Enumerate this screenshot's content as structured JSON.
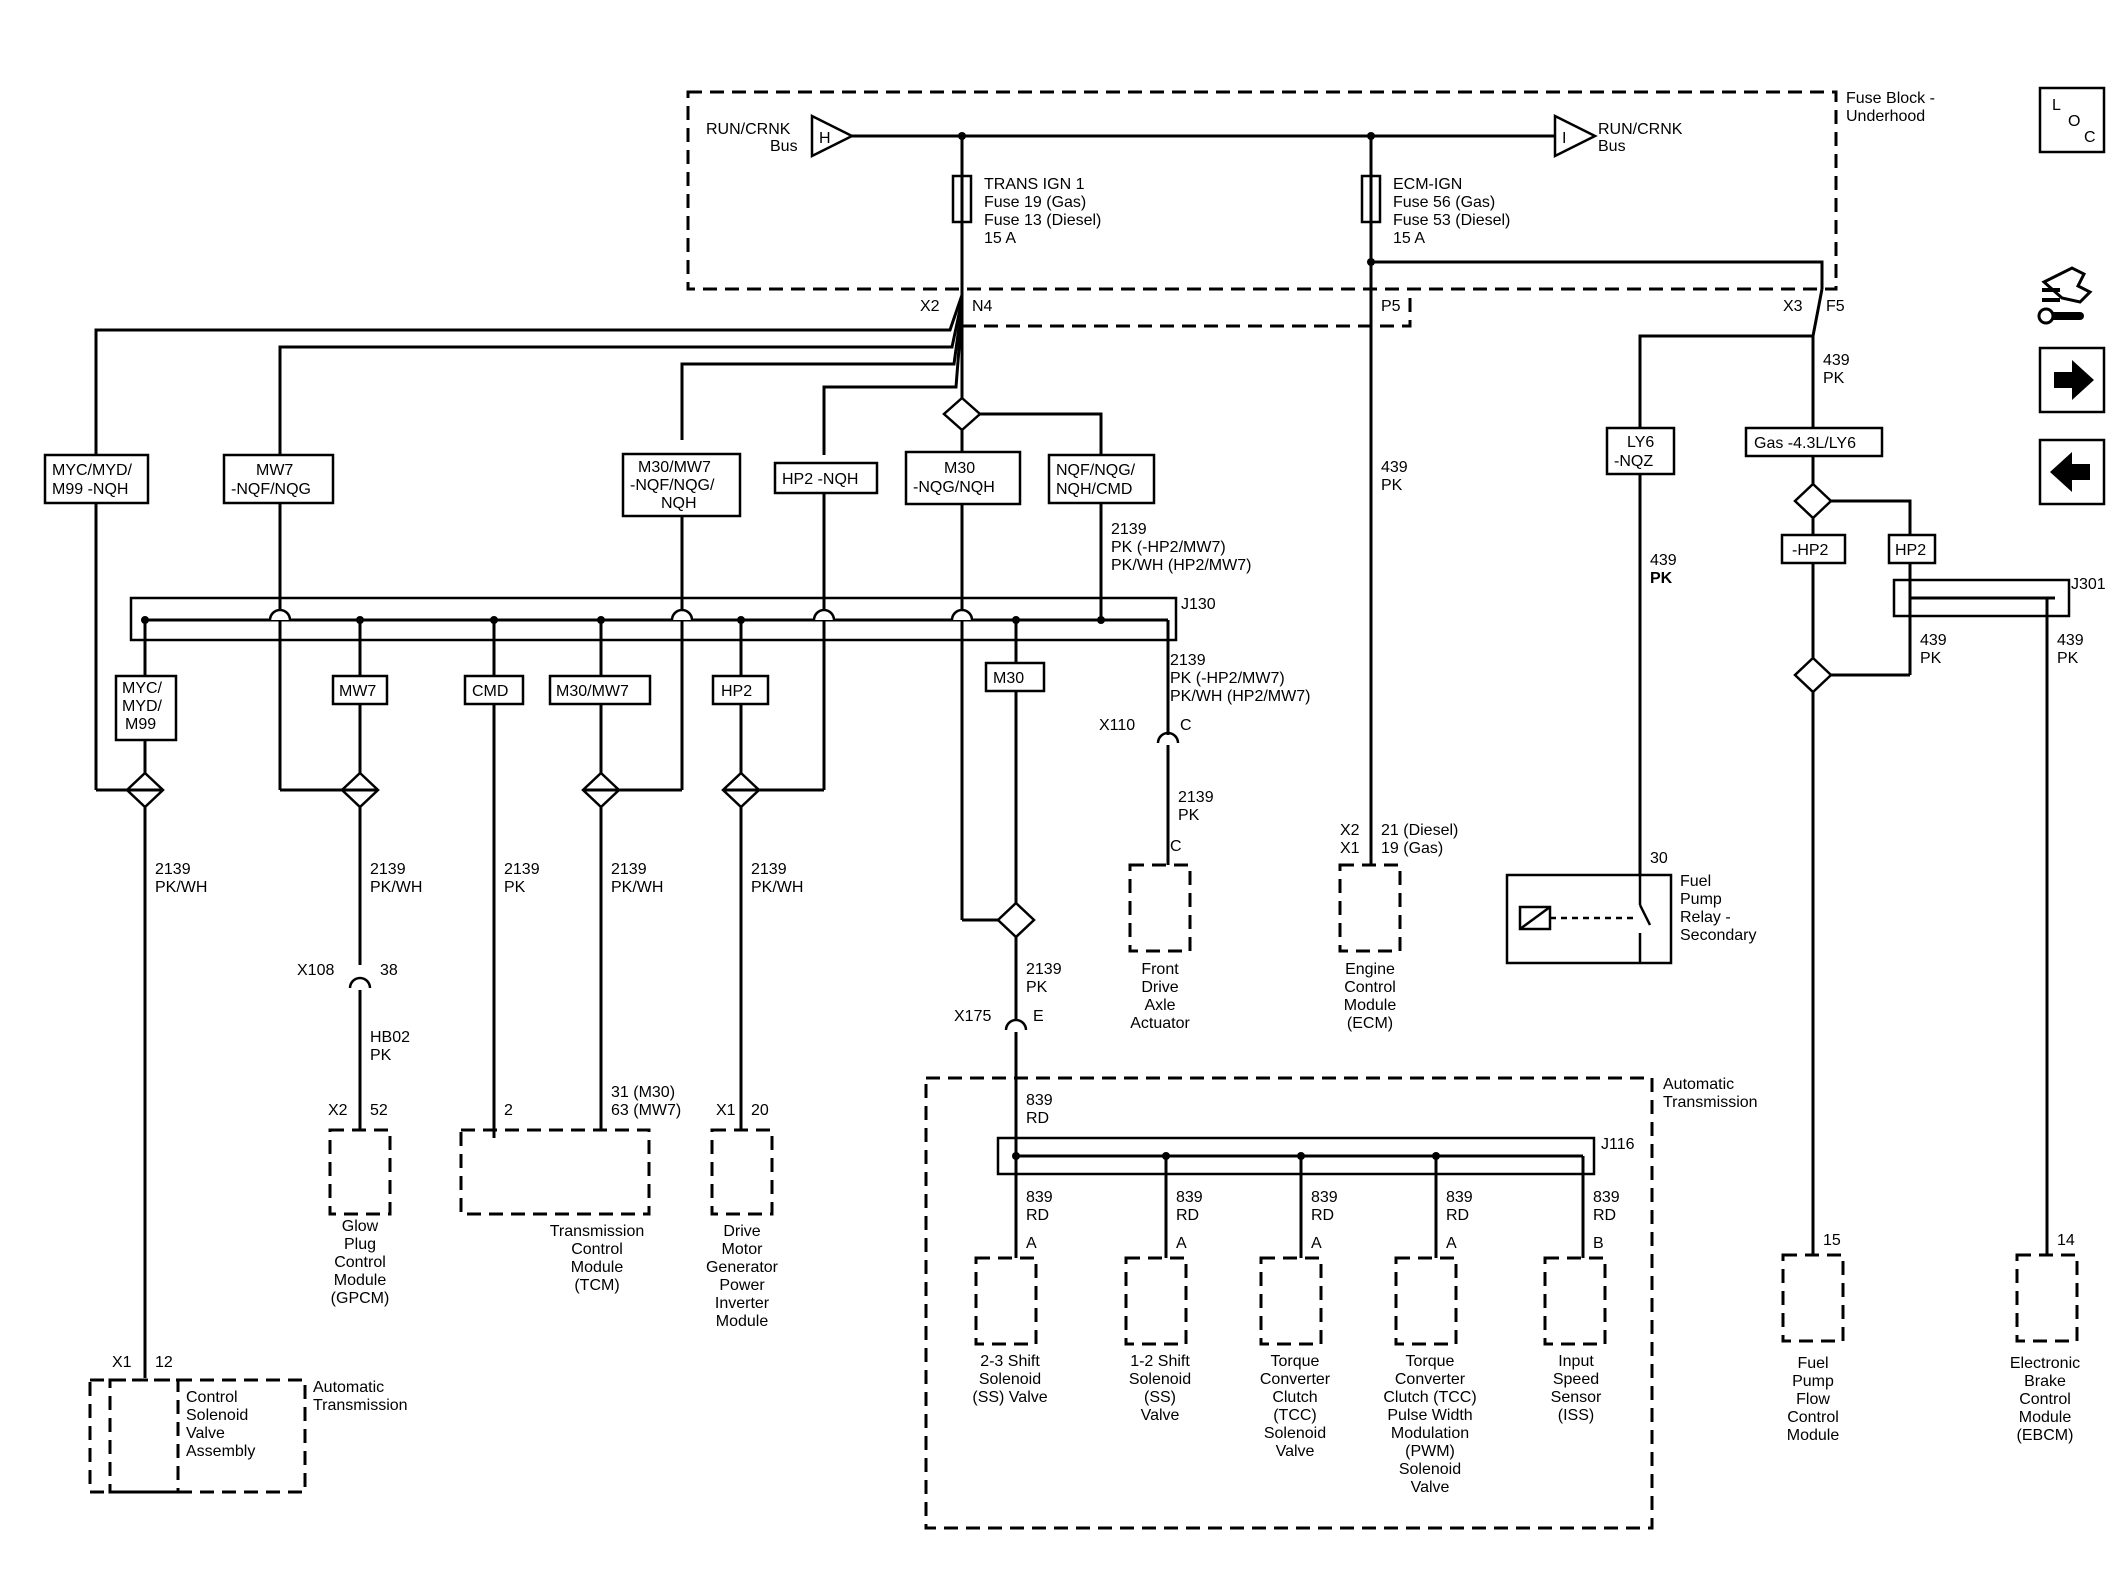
{
  "fuse_block": {
    "title_line1": "Fuse Block -",
    "title_line2": "Underhood",
    "bus_left_line1": "RUN/CRNK",
    "bus_left_line2": "Bus",
    "bus_left_symbol": "H",
    "bus_right_line1": "RUN/CRNK",
    "bus_right_line2": "Bus",
    "bus_right_symbol": "I",
    "fuse1": [
      "TRANS IGN 1",
      "Fuse 19 (Gas)",
      "Fuse 13 (Diesel)",
      "15 A"
    ],
    "fuse2": [
      "ECM-IGN",
      "Fuse 56 (Gas)",
      "Fuse 53 (Diesel)",
      "15 A"
    ],
    "conn_x2": "X2",
    "conn_n4": "N4",
    "conn_p5": "P5",
    "conn_x3": "X3",
    "conn_f5": "F5"
  },
  "options": {
    "o1": [
      "MYC/MYD/",
      "M99 -NQH"
    ],
    "o2": [
      "MW7",
      "-NQF/NQG"
    ],
    "o3": [
      "M30/MW7",
      "-NQF/NQG/",
      "NQH"
    ],
    "o4": [
      "HP2 -NQH"
    ],
    "o5": [
      "M30",
      "-NQG/NQH"
    ],
    "o6": [
      "NQF/NQG/",
      "NQH/CMD"
    ],
    "o7": [
      "MYC/",
      "MYD/",
      "M99"
    ],
    "o8": [
      "MW7"
    ],
    "o9": [
      "CMD"
    ],
    "o10": [
      "M30/MW7"
    ],
    "o11": [
      "HP2"
    ],
    "o12": [
      "M30"
    ],
    "o13": [
      "LY6",
      "-NQZ"
    ],
    "o14": [
      "Gas -4.3L/LY6"
    ],
    "o15": [
      "-HP2"
    ],
    "o16": [
      "HP2"
    ]
  },
  "splices": {
    "j130": "J130",
    "j301": "J301",
    "j116": "J116"
  },
  "wire_labels": {
    "w_nqf": [
      "2139",
      "PK (-HP2/MW7)",
      "PK/WH (HP2/MW7)"
    ],
    "w_j130": [
      "2139",
      "PK (-HP2/MW7)",
      "PK/WH (HP2/MW7)"
    ],
    "w_x110_pin": "C",
    "w_x110": "X110",
    "w_x110_below": [
      "2139",
      "PK"
    ],
    "w_fdaa_pin": "C",
    "w_439_ecm": [
      "439",
      "PK"
    ],
    "w_439_f5": [
      "439",
      "PK"
    ],
    "w_439_ly6": [
      "439",
      "PK"
    ],
    "w_439_hp2a": [
      "439",
      "PK"
    ],
    "w_439_hp2b": [
      "439",
      "PK"
    ],
    "w_c1": [
      "2139",
      "PK/WH"
    ],
    "w_c2": [
      "2139",
      "PK/WH"
    ],
    "w_c3": [
      "2139",
      "PK"
    ],
    "w_c4": [
      "2139",
      "PK/WH"
    ],
    "w_c5": [
      "2139",
      "PK/WH"
    ],
    "w_c6": [
      "2139",
      "PK"
    ],
    "x108": "X108",
    "x108_pin": "38",
    "hb02": [
      "HB02",
      "PK"
    ],
    "x175": "X175",
    "x175_pin": "E",
    "w_839": [
      "839",
      "RD"
    ],
    "w_839_1": [
      "839",
      "RD"
    ],
    "w_839_2": [
      "839",
      "RD"
    ],
    "w_839_3": [
      "839",
      "RD"
    ],
    "w_839_4": [
      "839",
      "RD"
    ],
    "w_839_5": [
      "839",
      "RD"
    ],
    "pin_a1": "A",
    "pin_a2": "A",
    "pin_a3": "A",
    "pin_a4": "A",
    "pin_b": "B",
    "ecm_pins": [
      "X2",
      "X1"
    ],
    "ecm_pin_desc": [
      "21 (Diesel)",
      "19 (Gas)"
    ],
    "gpcm_conn": "X2",
    "gpcm_pin": "52",
    "tcm_pin2": "2",
    "tcm_pin31": [
      "31 (M30)",
      "63 (MW7)"
    ],
    "dmg_conn": "X1",
    "dmg_pin": "20",
    "csv_conn": "X1",
    "csv_pin": "12",
    "relay_pin": "30",
    "ffp_pin": "15",
    "ebcm_pin": "14"
  },
  "components": {
    "ecm": [
      "Engine",
      "Control",
      "Module",
      "(ECM)"
    ],
    "fdaa": [
      "Front",
      "Drive",
      "Axle",
      "Actuator"
    ],
    "relay": [
      "Fuel",
      "Pump",
      "Relay -",
      "Secondary"
    ],
    "gpcm": [
      "Glow",
      "Plug",
      "Control",
      "Module",
      "(GPCM)"
    ],
    "tcm": [
      "Transmission",
      "Control",
      "Module",
      "(TCM)"
    ],
    "dmg": [
      "Drive",
      "Motor",
      "Generator",
      "Power",
      "Inverter",
      "Module"
    ],
    "csv": [
      "Control",
      "Solenoid",
      "Valve",
      "Assembly"
    ],
    "auto_trans_left": [
      "Automatic",
      "Transmission"
    ],
    "auto_trans_right": [
      "Automatic",
      "Transmission"
    ],
    "ss23": [
      "2-3 Shift",
      "Solenoid",
      "(SS) Valve"
    ],
    "ss12": [
      "1-2 Shift",
      "Solenoid",
      "(SS)",
      "Valve"
    ],
    "tcc": [
      "Torque",
      "Converter",
      "Clutch",
      "(TCC)",
      "Solenoid",
      "Valve"
    ],
    "tccpwm": [
      "Torque",
      "Converter",
      "Clutch (TCC)",
      "Pulse Width",
      "Modulation",
      "(PWM)",
      "Solenoid",
      "Valve"
    ],
    "iss": [
      "Input",
      "Speed",
      "Sensor",
      "(ISS)"
    ],
    "ffp": [
      "Fuel",
      "Pump",
      "Flow",
      "Control",
      "Module"
    ],
    "ebcm": [
      "Electronic",
      "Brake",
      "Control",
      "Module",
      "(EBCM)"
    ]
  },
  "nav": {
    "loc_label": [
      "L",
      "O",
      "C"
    ],
    "tools_icon": "connector-tools-icon",
    "next_icon": "arrow-right-icon",
    "prev_icon": "arrow-left-icon"
  }
}
